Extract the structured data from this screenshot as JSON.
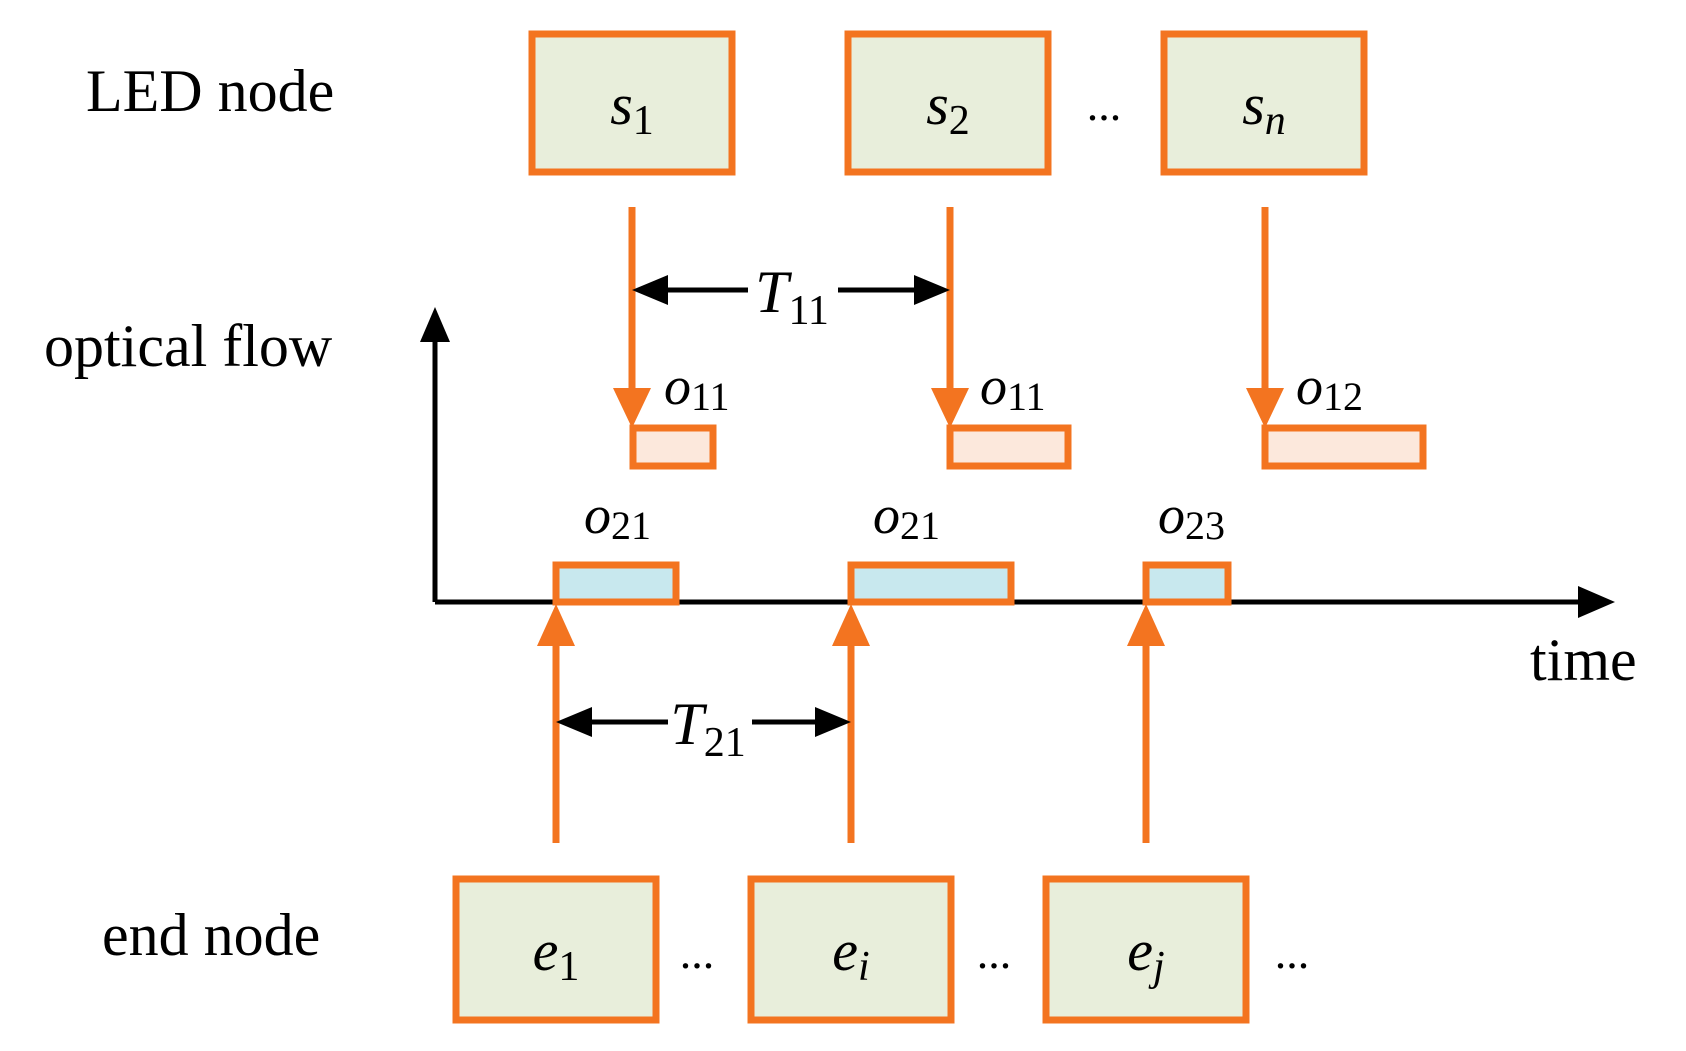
{
  "labels": {
    "led_row": "LED node",
    "flow_row": "optical flow",
    "end_row": "end node",
    "time_axis": "time"
  },
  "led_nodes": [
    {
      "base": "s",
      "sub": "1"
    },
    {
      "base": "s",
      "sub": "2"
    },
    {
      "base": "s",
      "sub": "n"
    }
  ],
  "end_nodes": [
    {
      "base": "e",
      "sub": "1"
    },
    {
      "base": "e",
      "sub": "i"
    },
    {
      "base": "e",
      "sub": "j"
    }
  ],
  "ellipsis": "...",
  "led_flows": [
    {
      "base": "o",
      "sub": "11"
    },
    {
      "base": "o",
      "sub": "11"
    },
    {
      "base": "o",
      "sub": "12"
    }
  ],
  "end_flows": [
    {
      "base": "o",
      "sub": "21"
    },
    {
      "base": "o",
      "sub": "21"
    },
    {
      "base": "o",
      "sub": "23"
    }
  ],
  "intervals": {
    "led": {
      "base": "T",
      "sub": "11"
    },
    "end": {
      "base": "T",
      "sub": "21"
    }
  },
  "colors": {
    "accent": "#f37420",
    "node_fill": "#e8eedb",
    "led_flow_fill": "#fce8dc",
    "end_flow_fill": "#c8e8ee"
  }
}
